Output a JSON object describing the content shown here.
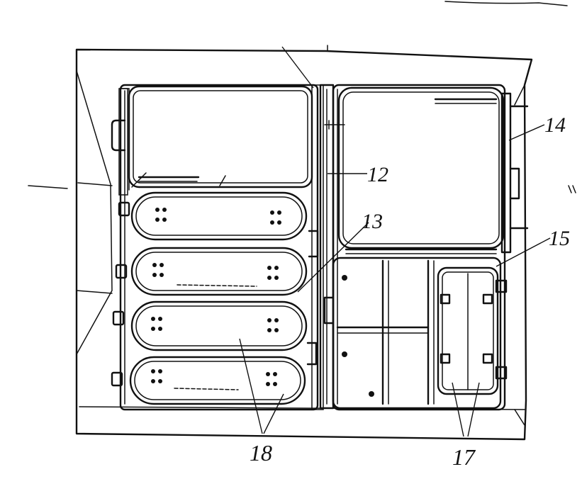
{
  "colors": {
    "ink": "#111111",
    "paper": "#ffffff"
  },
  "labels": {
    "l12": "12",
    "l13": "13",
    "l14": "14",
    "l15": "15",
    "l17": "17",
    "l18": "18"
  }
}
